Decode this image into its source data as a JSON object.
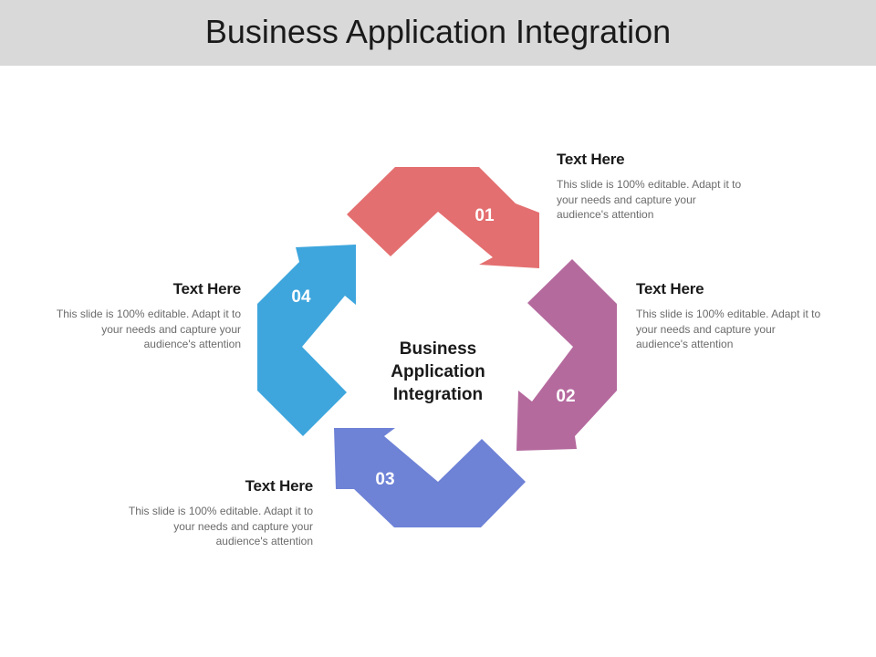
{
  "header": {
    "title": "Business Application Integration"
  },
  "center": {
    "lines": [
      "Business",
      "Application",
      "Integration"
    ]
  },
  "steps": [
    {
      "number": "01",
      "heading": "Text Here",
      "body": "This slide is 100% editable. Adapt it to your needs and capture your audience's attention",
      "color": "#e46f70"
    },
    {
      "number": "02",
      "heading": "Text Here",
      "body": "This slide is 100% editable. Adapt it to your needs and capture your audience's attention",
      "color": "#b56a9e"
    },
    {
      "number": "03",
      "heading": "Text Here",
      "body": "This slide is 100% editable. Adapt it to your needs and capture your audience's attention",
      "color": "#6e82d6"
    },
    {
      "number": "04",
      "heading": "Text Here",
      "body": "This slide is 100% editable. Adapt it to your needs and capture your audience's attention",
      "color": "#3ea6dd"
    }
  ]
}
